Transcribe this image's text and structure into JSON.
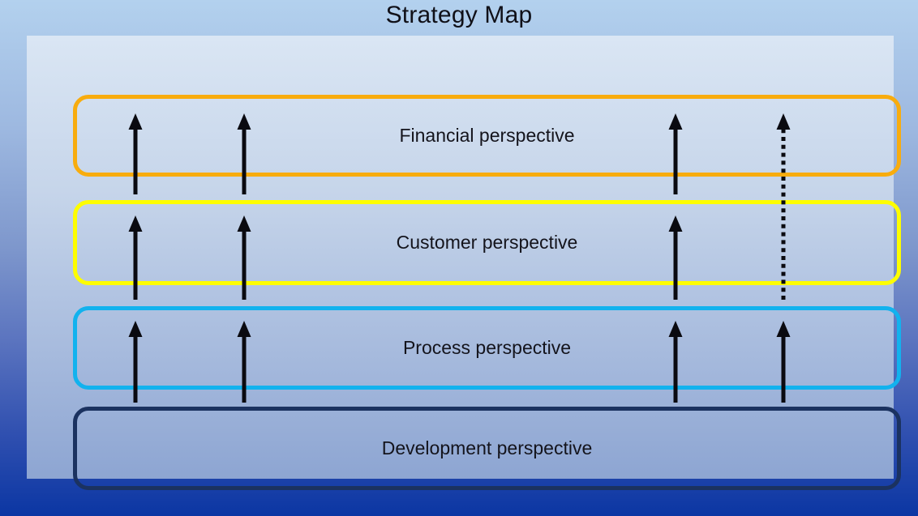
{
  "page": {
    "title": "Strategy Map"
  },
  "colors": {
    "background_top": "#b3d1ee",
    "background_bottom": "#0b36a3",
    "panel_top": "#dae6f4",
    "panel_bottom": "#8da5d2",
    "text": "#14141c",
    "arrow": "#0a0a10"
  },
  "bands": [
    {
      "id": "financial",
      "label": "Financial perspective",
      "border_color": "#F8AC0E"
    },
    {
      "id": "customer",
      "label": "Customer perspective",
      "border_color": "#FDFD00"
    },
    {
      "id": "process",
      "label": "Process perspective",
      "border_color": "#12B2EE"
    },
    {
      "id": "development",
      "label": "Development perspective",
      "border_color": "#1B3260"
    }
  ],
  "arrows": [
    {
      "column": 1,
      "from": "development",
      "to": "process",
      "style": "solid"
    },
    {
      "column": 1,
      "from": "process",
      "to": "customer",
      "style": "solid"
    },
    {
      "column": 1,
      "from": "customer",
      "to": "financial",
      "style": "solid"
    },
    {
      "column": 2,
      "from": "development",
      "to": "process",
      "style": "solid"
    },
    {
      "column": 2,
      "from": "process",
      "to": "customer",
      "style": "solid"
    },
    {
      "column": 2,
      "from": "customer",
      "to": "financial",
      "style": "solid"
    },
    {
      "column": 3,
      "from": "development",
      "to": "process",
      "style": "solid"
    },
    {
      "column": 3,
      "from": "process",
      "to": "customer",
      "style": "solid"
    },
    {
      "column": 3,
      "from": "customer",
      "to": "financial",
      "style": "solid"
    },
    {
      "column": 4,
      "from": "development",
      "to": "process",
      "style": "solid"
    },
    {
      "column": 4,
      "from": "process",
      "to": "financial",
      "style": "dotted"
    }
  ]
}
